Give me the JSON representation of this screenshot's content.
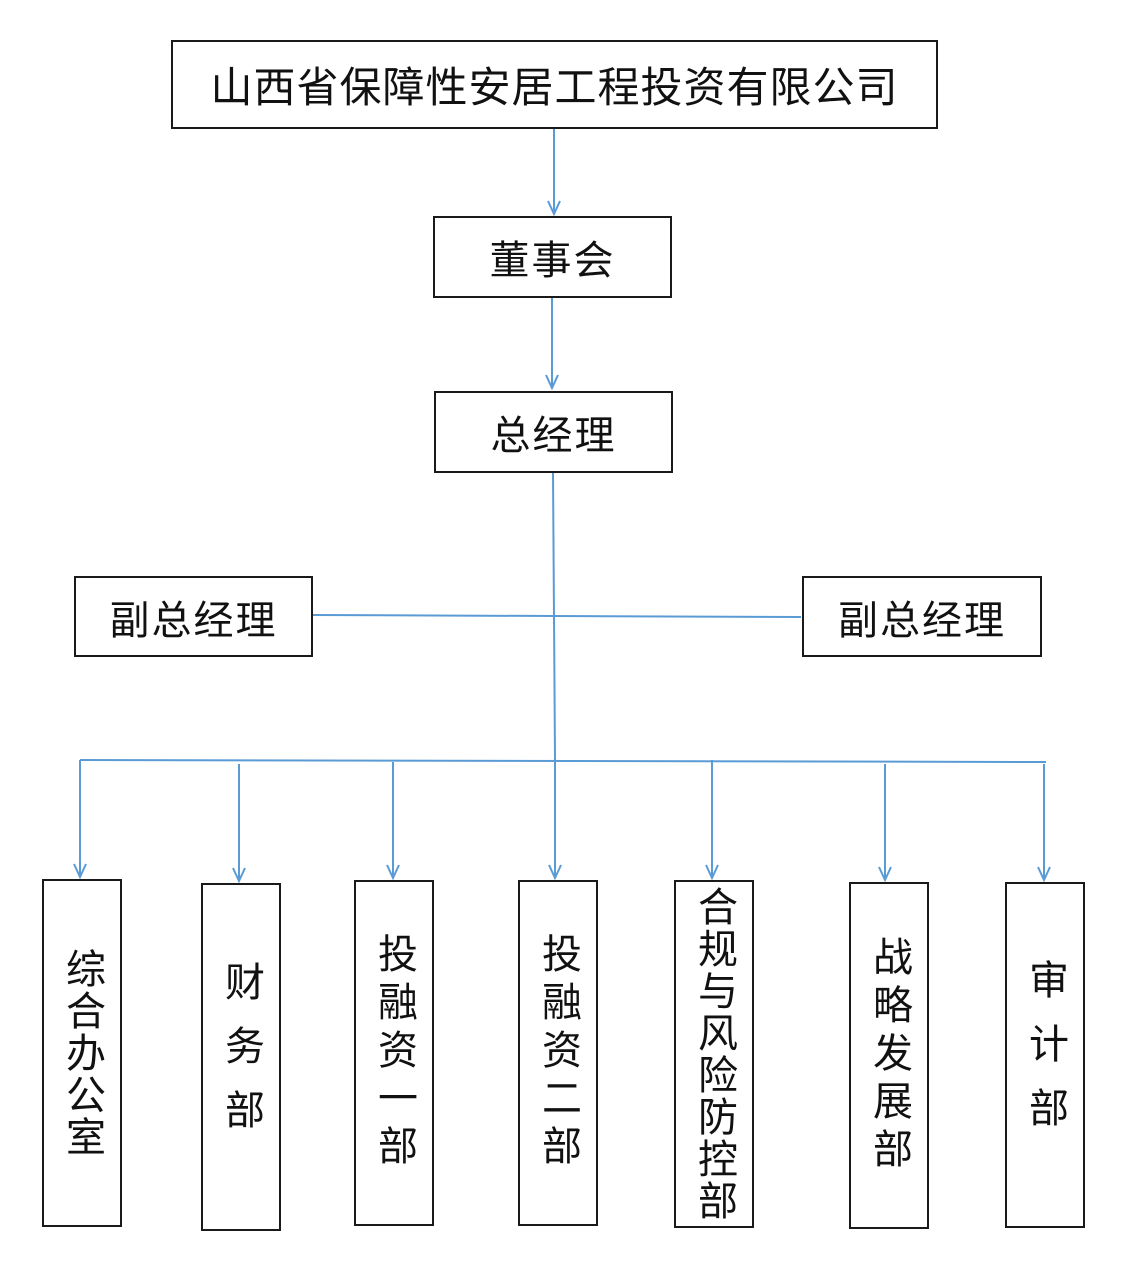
{
  "colors": {
    "connector": "#5b9bd5",
    "box_border": "#1a1a1a",
    "text": "#111111"
  },
  "nodes": {
    "company": "山西省保障性安居工程投资有限公司",
    "board": "董事会",
    "general_manager": "总经理",
    "deputy_left": "副总经理",
    "deputy_right": "副总经理",
    "departments": [
      "综合办公室",
      "财务部",
      "投融资一部",
      "投融资二部",
      "合规与风险防控部",
      "战略发展部",
      "审计部"
    ]
  }
}
